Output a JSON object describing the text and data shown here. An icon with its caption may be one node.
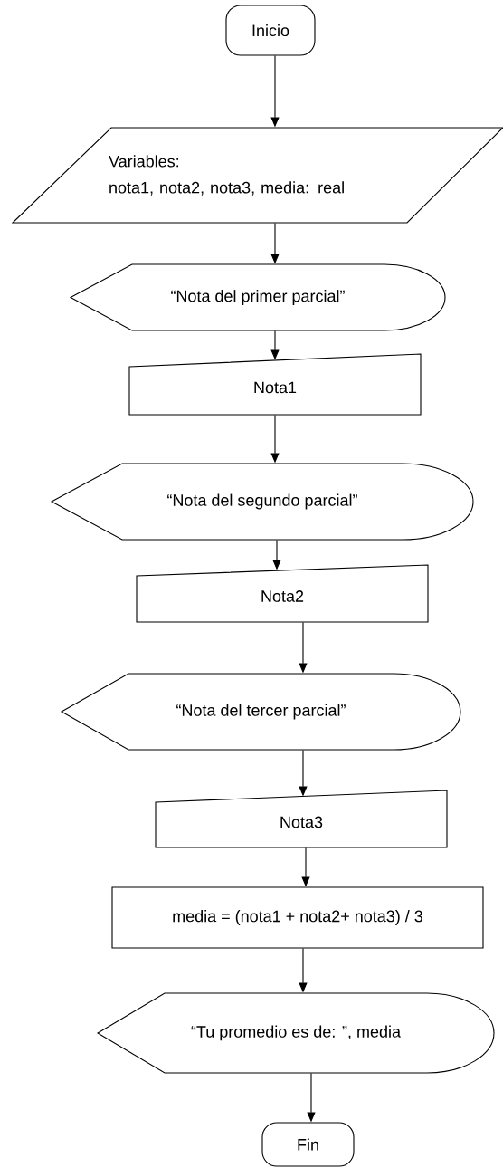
{
  "diagram": {
    "nodes": [
      {
        "text": [
          "Inicio"
        ]
      },
      {
        "text": [
          "Variables:",
          "nota1, nota2, nota3, media: real"
        ]
      },
      {
        "text": [
          "“Nota del primer parcial”"
        ]
      },
      {
        "text": [
          "Nota1"
        ]
      },
      {
        "text": [
          "“Nota del segundo parcial”"
        ]
      },
      {
        "text": [
          "Nota2"
        ]
      },
      {
        "text": [
          "“Nota del tercer parcial”"
        ]
      },
      {
        "text": [
          "Nota3"
        ]
      },
      {
        "text": [
          "media = (nota1 + nota2+ nota3) / 3"
        ]
      },
      {
        "text": [
          "“Tu promedio es de: ”, media"
        ]
      },
      {
        "text": [
          "Fin"
        ]
      }
    ],
    "edges": [
      {
        "from": 0,
        "to": 1,
        "arrow": "to"
      },
      {
        "from": 1,
        "to": 2,
        "arrow": "to"
      },
      {
        "from": 2,
        "to": 3,
        "arrow": "to"
      },
      {
        "from": 3,
        "to": 4,
        "arrow": "to"
      },
      {
        "from": 4,
        "to": 5,
        "arrow": "to"
      },
      {
        "from": 5,
        "to": 6,
        "arrow": "to"
      },
      {
        "from": 6,
        "to": 7,
        "arrow": "to"
      },
      {
        "from": 7,
        "to": 8,
        "arrow": "to"
      },
      {
        "from": 8,
        "to": 9,
        "arrow": "to"
      },
      {
        "from": 9,
        "to": 10,
        "arrow": "to"
      }
    ]
  }
}
